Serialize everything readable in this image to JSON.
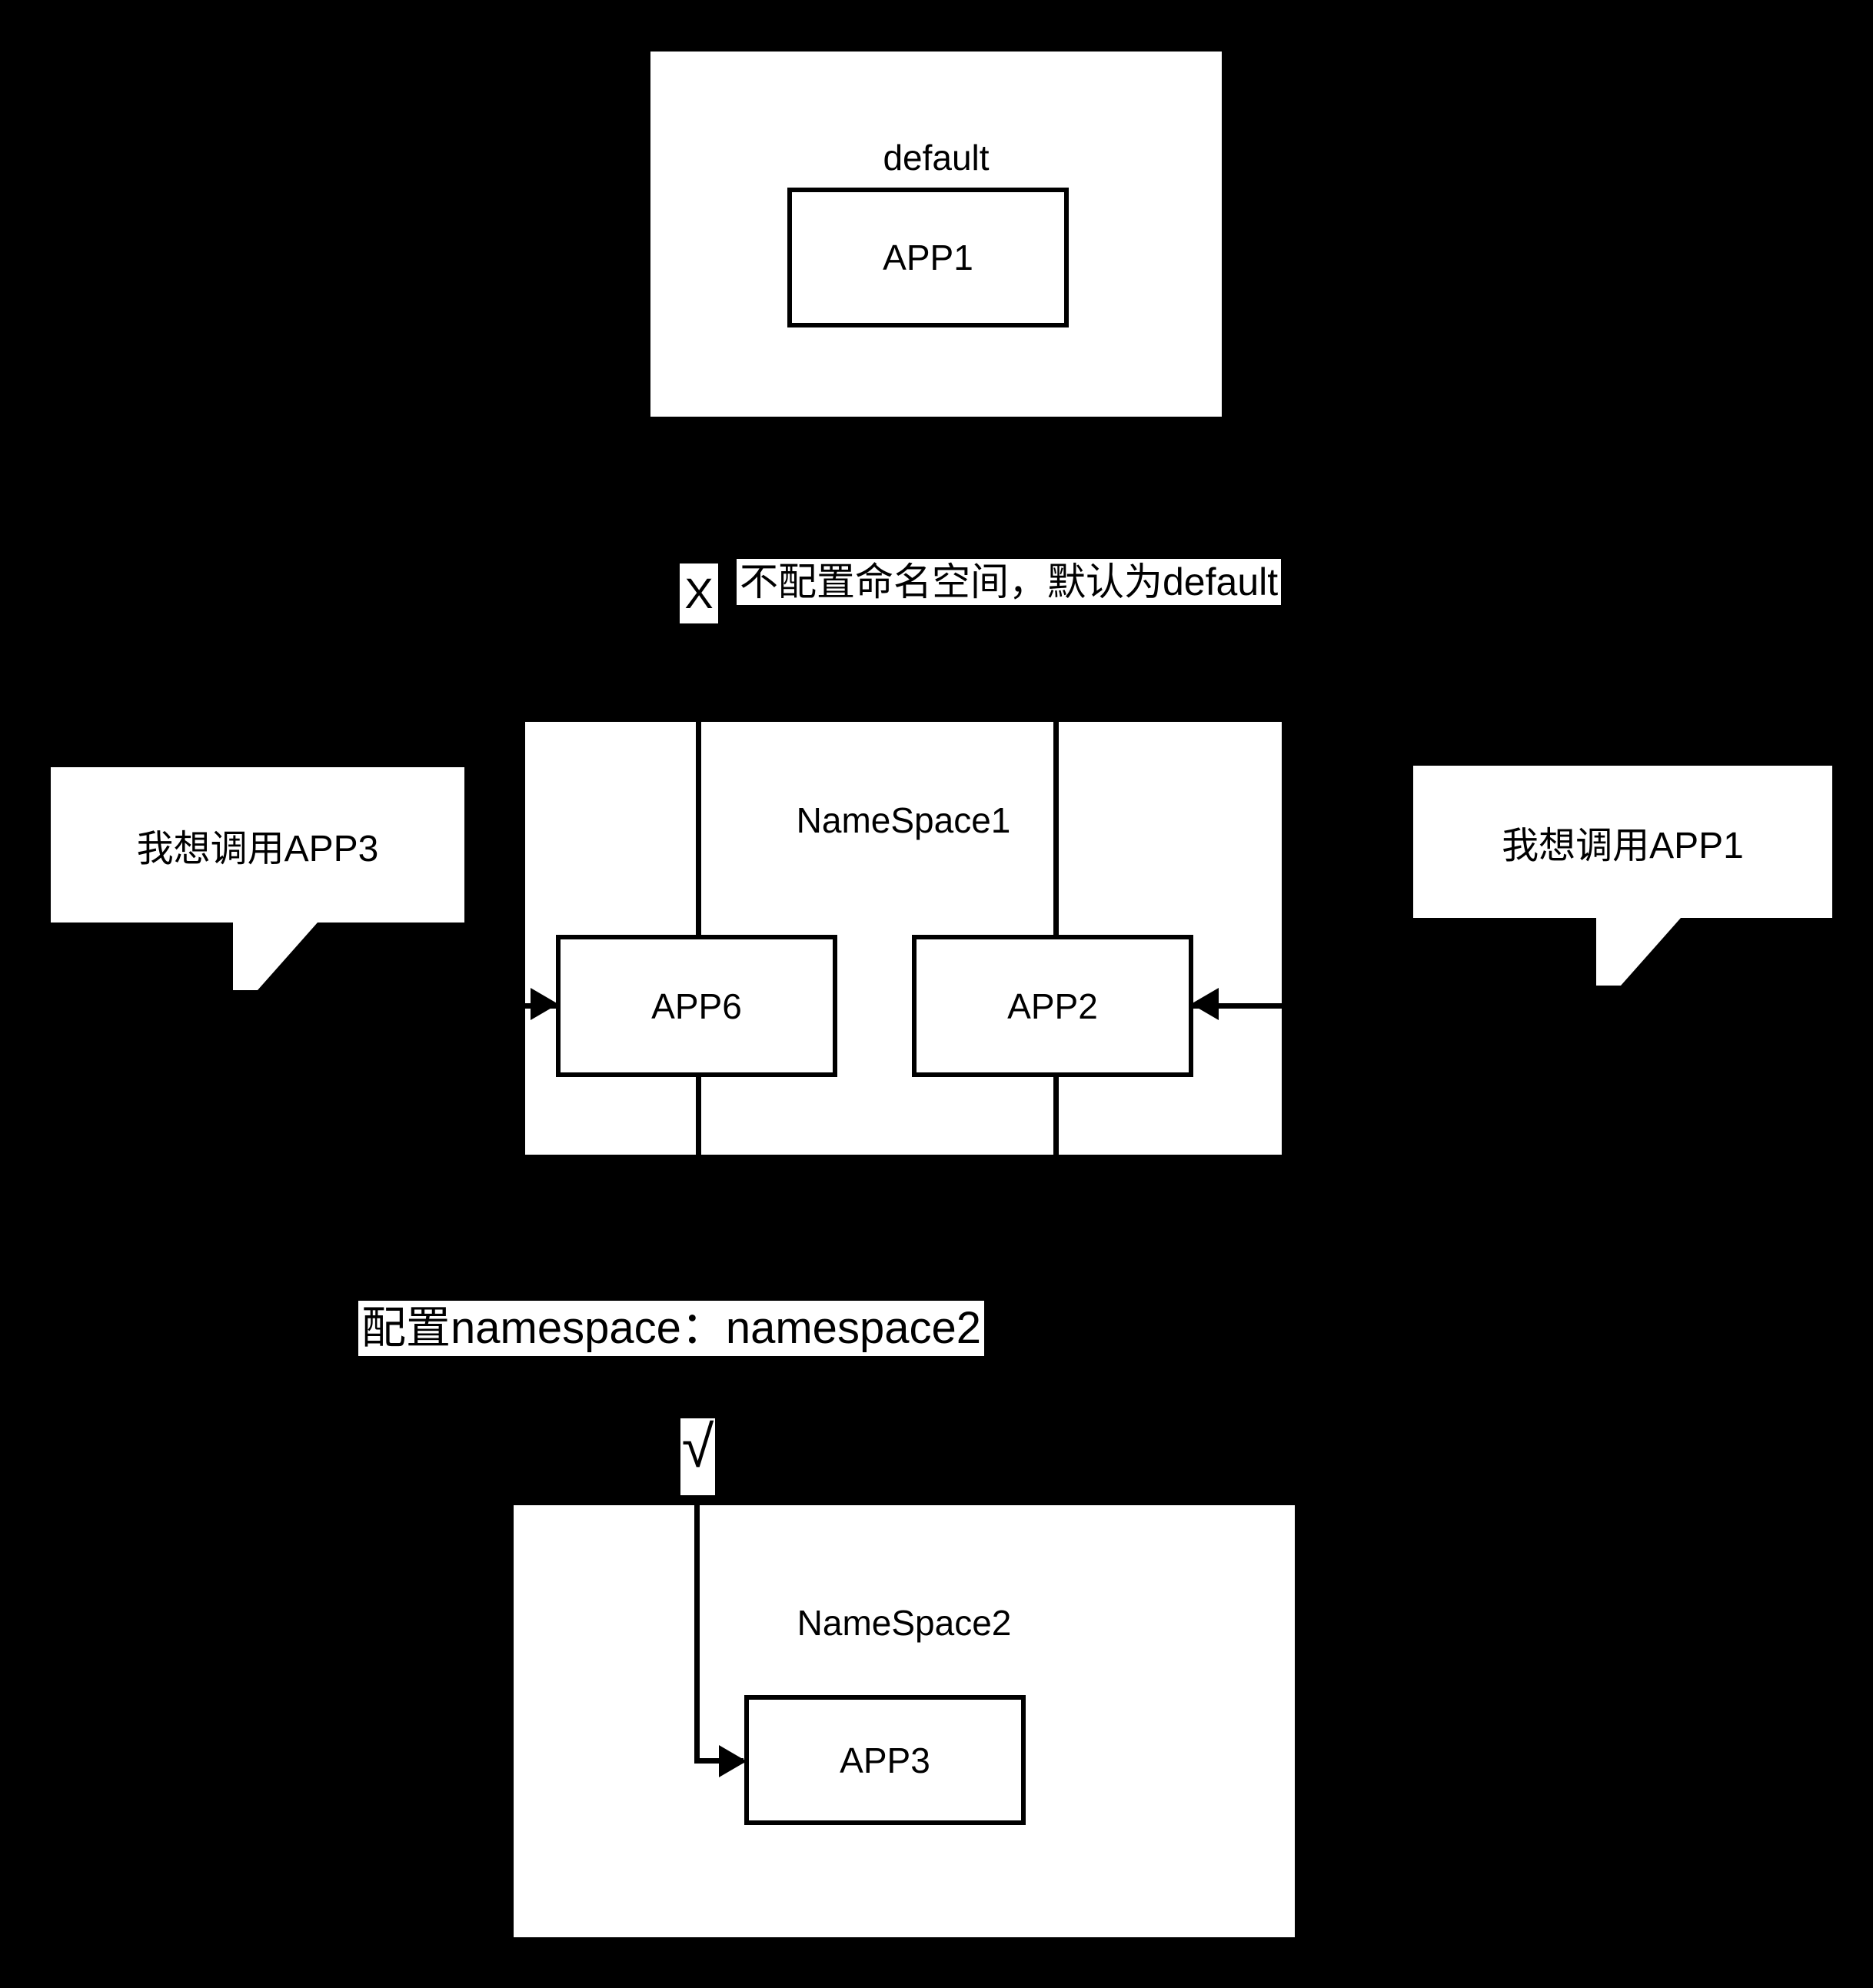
{
  "diagram": {
    "title": "Kubernetes namespace service discovery diagram",
    "background_color": "#000000",
    "panel_color": "#ffffff",
    "stroke_color": "#000000"
  },
  "namespaces": [
    {
      "id": "default",
      "label": "default",
      "apps": [
        {
          "id": "app1",
          "label": "APP1"
        }
      ]
    },
    {
      "id": "namespace1",
      "label": "NameSpace1",
      "apps": [
        {
          "id": "app6",
          "label": "APP6"
        },
        {
          "id": "app2",
          "label": "APP2"
        }
      ]
    },
    {
      "id": "namespace2",
      "label": "NameSpace2",
      "apps": [
        {
          "id": "app3",
          "label": "APP3"
        }
      ]
    }
  ],
  "annotations": [
    {
      "id": "no-namespace",
      "mark": "X",
      "mark_meaning": "cross-mark-wrong",
      "text": "不配置命名空间，默认为default"
    },
    {
      "id": "configured-namespace",
      "mark": "√",
      "mark_meaning": "check-mark-correct",
      "text": "配置namespace：namespace2"
    }
  ],
  "bubbles": [
    {
      "id": "left-bubble",
      "text": "我想调用APP3",
      "points_to": "app6"
    },
    {
      "id": "right-bubble",
      "text": "我想调用APP1",
      "points_to": "app2"
    }
  ],
  "connectors": [
    {
      "id": "bubble-left-to-app6",
      "direction": "right",
      "target": "APP6"
    },
    {
      "id": "bubble-right-to-app2",
      "direction": "left",
      "target": "APP2"
    },
    {
      "id": "check-to-app3",
      "direction": "right",
      "target": "APP3"
    }
  ]
}
